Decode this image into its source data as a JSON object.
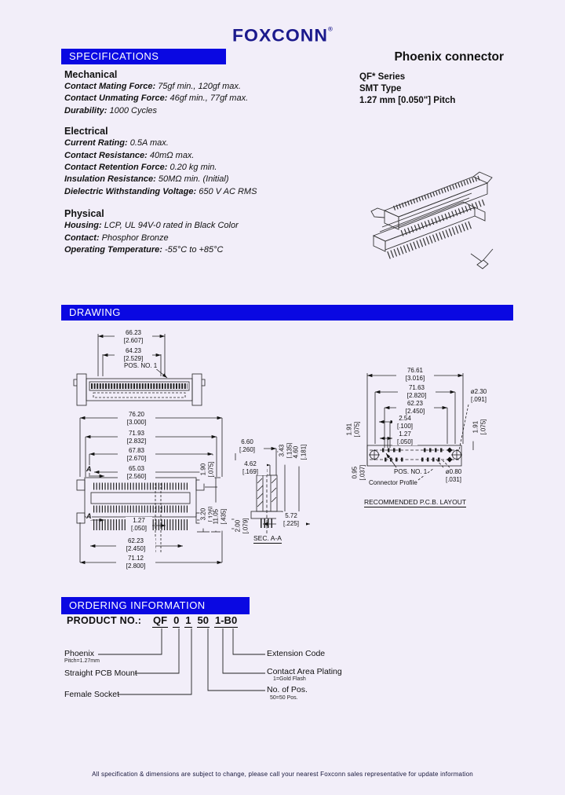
{
  "page": {
    "background": "#f2eef9",
    "accent_blue": "#0a08e2",
    "logo_navy": "#1b1a8c"
  },
  "header": {
    "logo": "FOXCONN",
    "registered": "®",
    "product_family": "Phoenix connector",
    "series": "QF* Series",
    "mount_type": "SMT Type",
    "pitch": "1.27 mm [0.050\"] Pitch"
  },
  "specifications": {
    "bar_title": "SPECIFICATIONS",
    "mechanical": {
      "heading": "Mechanical",
      "items": [
        {
          "label": "Contact Mating Force:",
          "value": "75gf min., 120gf max."
        },
        {
          "label": "Contact Unmating Force:",
          "value": "46gf min., 77gf max."
        },
        {
          "label": "Durability:",
          "value": "1000 Cycles"
        }
      ]
    },
    "electrical": {
      "heading": "Electrical",
      "items": [
        {
          "label": "Current Rating:",
          "value": "0.5A max."
        },
        {
          "label": "Contact Resistance:",
          "value": "40mΩ max."
        },
        {
          "label": "Contact Retention Force:",
          "value": "0.20 kg min."
        },
        {
          "label": "Insulation Resistance:",
          "value": "50MΩ min. (Initial)"
        },
        {
          "label": "Dielectric Withstanding Voltage:",
          "value": "650 V AC RMS"
        }
      ]
    },
    "physical": {
      "heading": "Physical",
      "items": [
        {
          "label": "Housing:",
          "value": "LCP, UL 94V-0 rated in Black Color"
        },
        {
          "label": "Contact:",
          "value": "Phosphor Bronze"
        },
        {
          "label": "Operating Temperature:",
          "value": "-55°C to +85°C"
        }
      ]
    }
  },
  "drawing": {
    "bar_title": "DRAWING",
    "front": {
      "d1": "66.23\n[2.607]",
      "d2": "64.23\n[2.529]",
      "pos_label": "POS. NO. 1"
    },
    "plan": {
      "p1": "76.20\n[3.000]",
      "p2": "71.93\n[2.832]",
      "p3": "67.83\n[2.670]",
      "p4": "65.03\n[2.560]",
      "p5": "1.27\n[.050]",
      "p6": "62.23\n[2.450]",
      "p7": "71.12\n[2.800]",
      "section_mark": "A"
    },
    "side_dims": {
      "r1": "1.90\n[.075]",
      "r2": "3.20\n[.126]",
      "r3": "11.05\n[.435]"
    },
    "section": {
      "s1": "6.60\n[.260]",
      "s2": "4.62\n[.169]",
      "s3": "3.43\n[.135]",
      "s4": "4.60\n[.181]",
      "s5": "5.72\n[.225]",
      "s6": "2.00\n[.079]",
      "caption": "SEC. A-A"
    },
    "pcb": {
      "c1": "76.61\n[3.016]",
      "c2": "71.63\n[2.820]",
      "c3": "62.23\n[2.450]",
      "c4": "2.54\n[.100]",
      "c5": "1.27\n[.050]",
      "c6": "ø2.30\n[.091]",
      "c7": "ø0.80\n[.031]",
      "c8": "1.91\n[.075]",
      "c9": "0.95\n[.037]",
      "c10": "1.91\n[.075]",
      "pos_label": "POS. NO. 1",
      "profile_label": "Connector Profile",
      "caption": "RECOMMENDED P.C.B. LAYOUT"
    }
  },
  "ordering": {
    "bar_title": "ORDERING  INFORMATION",
    "product_no_label": "PRODUCT NO.:",
    "segments": [
      "QF",
      "0",
      "1",
      "50",
      "1-B0"
    ],
    "callouts": {
      "left": [
        {
          "label": "Phoenix",
          "sub": "Pitch=1.27mm"
        },
        {
          "label": "Straight PCB Mount",
          "sub": ""
        },
        {
          "label": "Female Socket",
          "sub": ""
        }
      ],
      "right": [
        {
          "label": "Extension Code",
          "sub": ""
        },
        {
          "label": "Contact Area Plating",
          "sub": "1=Gold Flash"
        },
        {
          "label": "No. of Pos.",
          "sub": "50=50 Pos."
        }
      ]
    }
  },
  "footer": {
    "disclaimer": "All specification & dimensions are subject to change, please call your nearest Foxconn sales representative for update information"
  }
}
